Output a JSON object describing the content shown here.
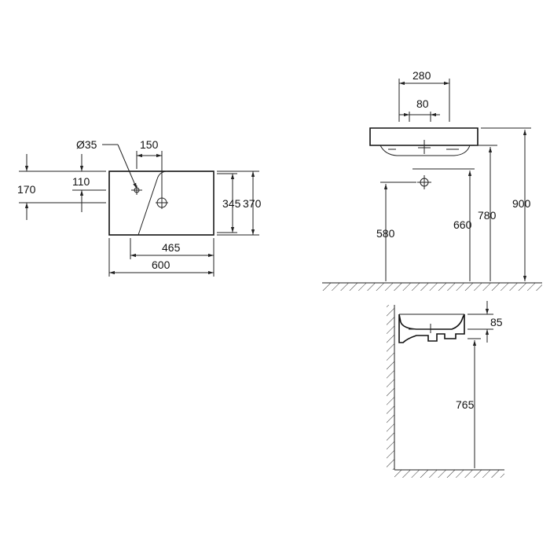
{
  "diagram": {
    "top_view": {
      "dim_hole_diameter": "Ø35",
      "dim_150": "150",
      "dim_170": "170",
      "dim_110": "110",
      "dim_345": "345",
      "dim_370": "370",
      "dim_465": "465",
      "dim_600": "600"
    },
    "front_view": {
      "dim_280": "280",
      "dim_80": "80",
      "dim_580": "580",
      "dim_660": "660",
      "dim_780": "780",
      "dim_900": "900"
    },
    "side_view": {
      "dim_85": "85",
      "dim_765": "765"
    }
  }
}
